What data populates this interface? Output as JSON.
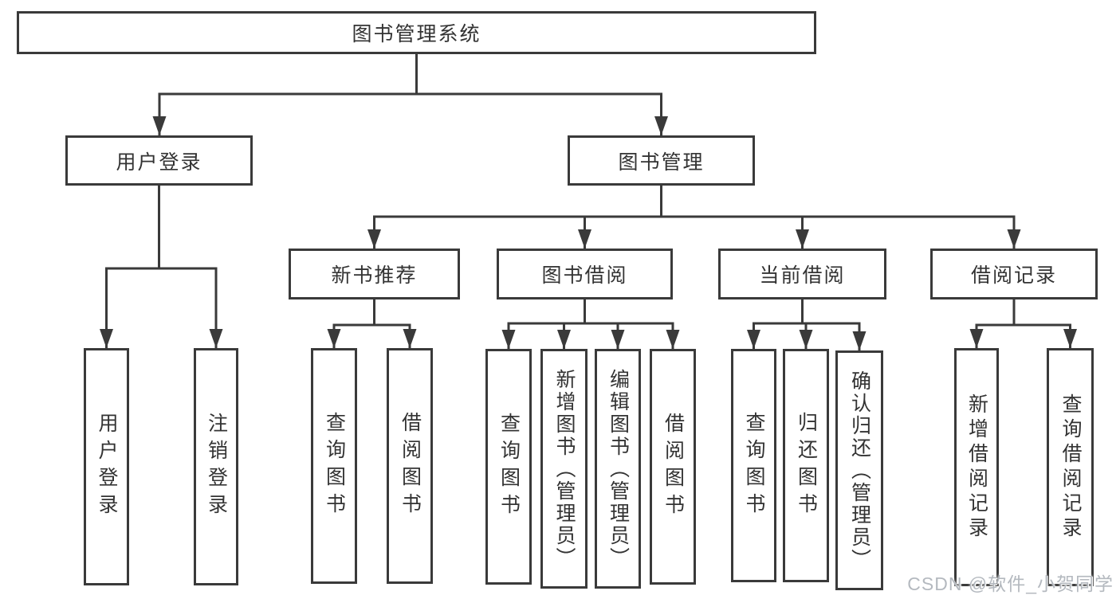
{
  "diagram": {
    "watermark": "CSDN @软件_小贺同学",
    "colors": {
      "line": "#3a3a3a",
      "text": "#333333",
      "background": "#ffffff",
      "watermark": "#b4b9bf"
    },
    "nodes": {
      "root": {
        "label": "图书管理系统"
      },
      "user_login": {
        "label": "用户登录"
      },
      "book_mgmt": {
        "label": "图书管理"
      },
      "new_book_rec": {
        "label": "新书推荐"
      },
      "book_borrow": {
        "label": "图书借阅"
      },
      "current_borrow": {
        "label": "当前借阅"
      },
      "borrow_records": {
        "label": "借阅记录"
      },
      "user_login_leaf": {
        "label": "用户登录"
      },
      "logout_leaf": {
        "label": "注销登录"
      },
      "rec_query_books": {
        "label": "查询图书"
      },
      "rec_borrow_books": {
        "label": "借阅图书"
      },
      "borrow_query_books": {
        "label": "查询图书"
      },
      "borrow_add_books": {
        "label": "新增图书（管理员）"
      },
      "borrow_edit_books": {
        "label": "编辑图书（管理员）"
      },
      "borrow_borrow_books": {
        "label": "借阅图书"
      },
      "current_query_books": {
        "label": "查询图书"
      },
      "current_return_books": {
        "label": "归还图书"
      },
      "current_confirm_return": {
        "label": "确认归还（管理员）"
      },
      "records_add_record": {
        "label": "新增借阅记录"
      },
      "records_query_record": {
        "label": "查询借阅记录"
      }
    }
  }
}
